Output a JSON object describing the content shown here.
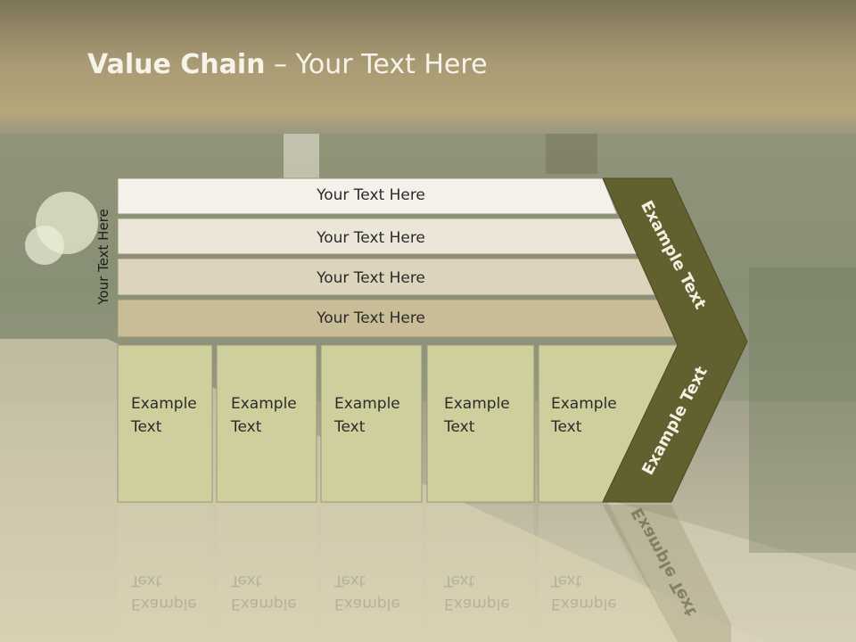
{
  "slide": {
    "title_bold": "Value Chain",
    "title_rest": " – Your Text Here",
    "side_label": "Your Text Here"
  },
  "support_rows": [
    {
      "label": "Your Text Here"
    },
    {
      "label": "Your Text Here"
    },
    {
      "label": "Your Text Here"
    },
    {
      "label": "Your Text Here"
    }
  ],
  "primary_boxes": [
    {
      "line1": "Example",
      "line2": "Text"
    },
    {
      "line1": "Example",
      "line2": "Text"
    },
    {
      "line1": "Example",
      "line2": "Text"
    },
    {
      "line1": "Example",
      "line2": "Text"
    },
    {
      "line1": "Example",
      "line2": "Text"
    }
  ],
  "margin": {
    "upper": "Example Text",
    "lower": "Example Text"
  },
  "colors": {
    "row1": "#f3f1ea",
    "row2": "#ebe6d8",
    "row3": "#ddd4bd",
    "row4": "#c9bd97",
    "box": "#cfcf9e",
    "chevron": "#62602f"
  }
}
